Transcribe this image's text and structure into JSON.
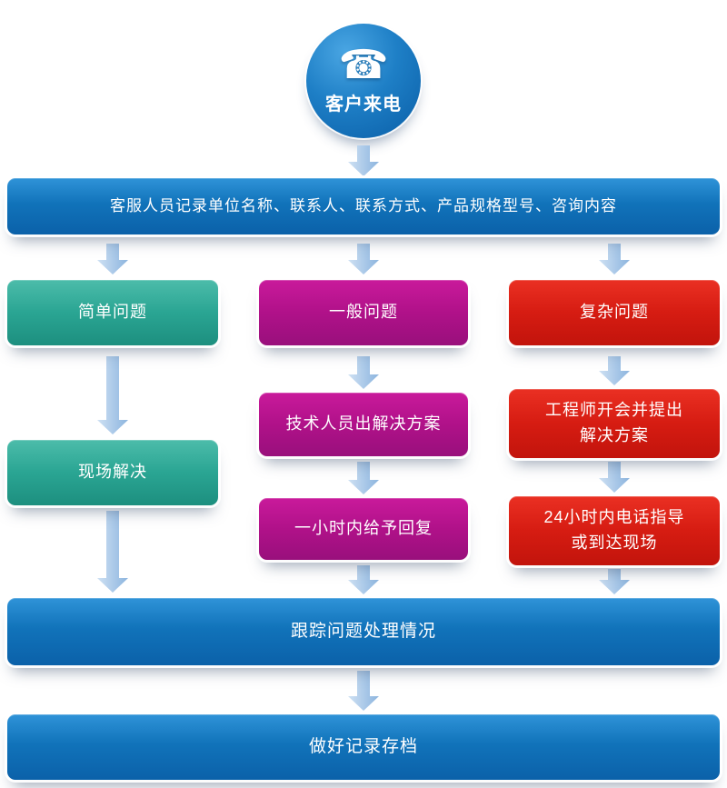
{
  "start": {
    "label": "客户来电",
    "icon": "phone-icon",
    "glyph": "☎"
  },
  "steps": {
    "record": "客服人员记录单位名称、联系人、联系方式、产品规格型号、咨询内容",
    "track": "跟踪问题处理情况",
    "archive": "做好记录存档"
  },
  "branches": {
    "simple": {
      "title": "简单问题",
      "step1": "现场解决"
    },
    "general": {
      "title": "一般问题",
      "step1": "技术人员出解决方案",
      "step2": "一小时内给予回复"
    },
    "complex": {
      "title": "复杂问题",
      "step1": "工程师开会并提出\n解决方案",
      "step2": "24小时内电话指导\n或到达现场"
    }
  },
  "colors": {
    "blue": "#0b61a9",
    "teal": "#2aa593",
    "magenta": "#b01189",
    "red": "#d61c12",
    "arrow": "#a9c8e8"
  }
}
